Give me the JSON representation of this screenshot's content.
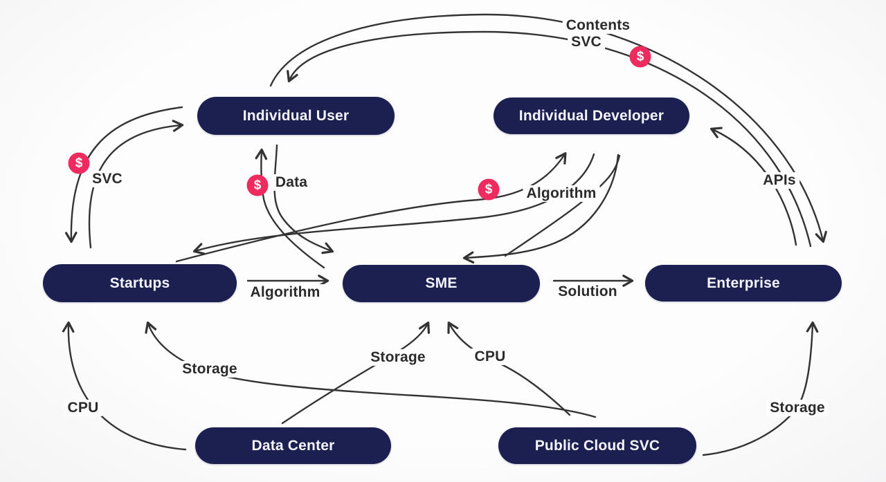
{
  "diagram_title": "Cloud ecosystem value-flow diagram",
  "colors": {
    "node_fill": "#1b2050",
    "node_text": "#f4f5ff",
    "badge_pink": "#ee2b5f",
    "line": "#333333",
    "background": "#fdfdfd",
    "label_text": "#2b2b2d"
  },
  "nodes": {
    "individual_user": "Individual User",
    "individual_developer": "Individual Developer",
    "startups": "Startups",
    "sme": "SME",
    "enterprise": "Enterprise",
    "data_center": "Data Center",
    "public_cloud": "Public Cloud SVC"
  },
  "edge_labels": {
    "contents": "Contents",
    "svc_top": "SVC",
    "svc_left": "SVC",
    "data": "Data",
    "algorithm_mid": "Algorithm",
    "apis": "APIs",
    "algorithm_bottom": "Algorithm",
    "solution": "Solution",
    "storage_left": "Storage",
    "storage_center": "Storage",
    "storage_right": "Storage",
    "cpu_left": "CPU",
    "cpu_center": "CPU"
  },
  "badge_glyph": "$",
  "edges": [
    {
      "from": "individual_user",
      "to": "enterprise",
      "label": "Contents"
    },
    {
      "from": "enterprise",
      "to": "individual_user",
      "label": "SVC",
      "paid": true
    },
    {
      "from": "individual_user",
      "to": "startups",
      "label": "SVC",
      "paid": true
    },
    {
      "from": "startups",
      "to": "individual_user",
      "label": ""
    },
    {
      "from": "individual_user",
      "to": "sme",
      "label": "Data",
      "paid": true
    },
    {
      "from": "sme",
      "to": "individual_user",
      "label": ""
    },
    {
      "from": "startups",
      "to": "individual_developer",
      "label": "Algorithm",
      "paid": true
    },
    {
      "from": "individual_developer",
      "to": "startups",
      "label": ""
    },
    {
      "from": "individual_developer",
      "to": "sme",
      "label": ""
    },
    {
      "from": "sme",
      "to": "individual_developer",
      "label": ""
    },
    {
      "from": "startups",
      "to": "sme",
      "label": "Algorithm"
    },
    {
      "from": "sme",
      "to": "enterprise",
      "label": "Solution"
    },
    {
      "from": "enterprise",
      "to": "individual_developer",
      "label": "APIs"
    },
    {
      "from": "data_center",
      "to": "startups",
      "label": "CPU"
    },
    {
      "from": "data_center",
      "to": "sme",
      "label": "Storage"
    },
    {
      "from": "public_cloud",
      "to": "sme",
      "label": "CPU"
    },
    {
      "from": "public_cloud",
      "to": "startups",
      "label": "Storage"
    },
    {
      "from": "public_cloud",
      "to": "enterprise",
      "label": "Storage"
    }
  ]
}
